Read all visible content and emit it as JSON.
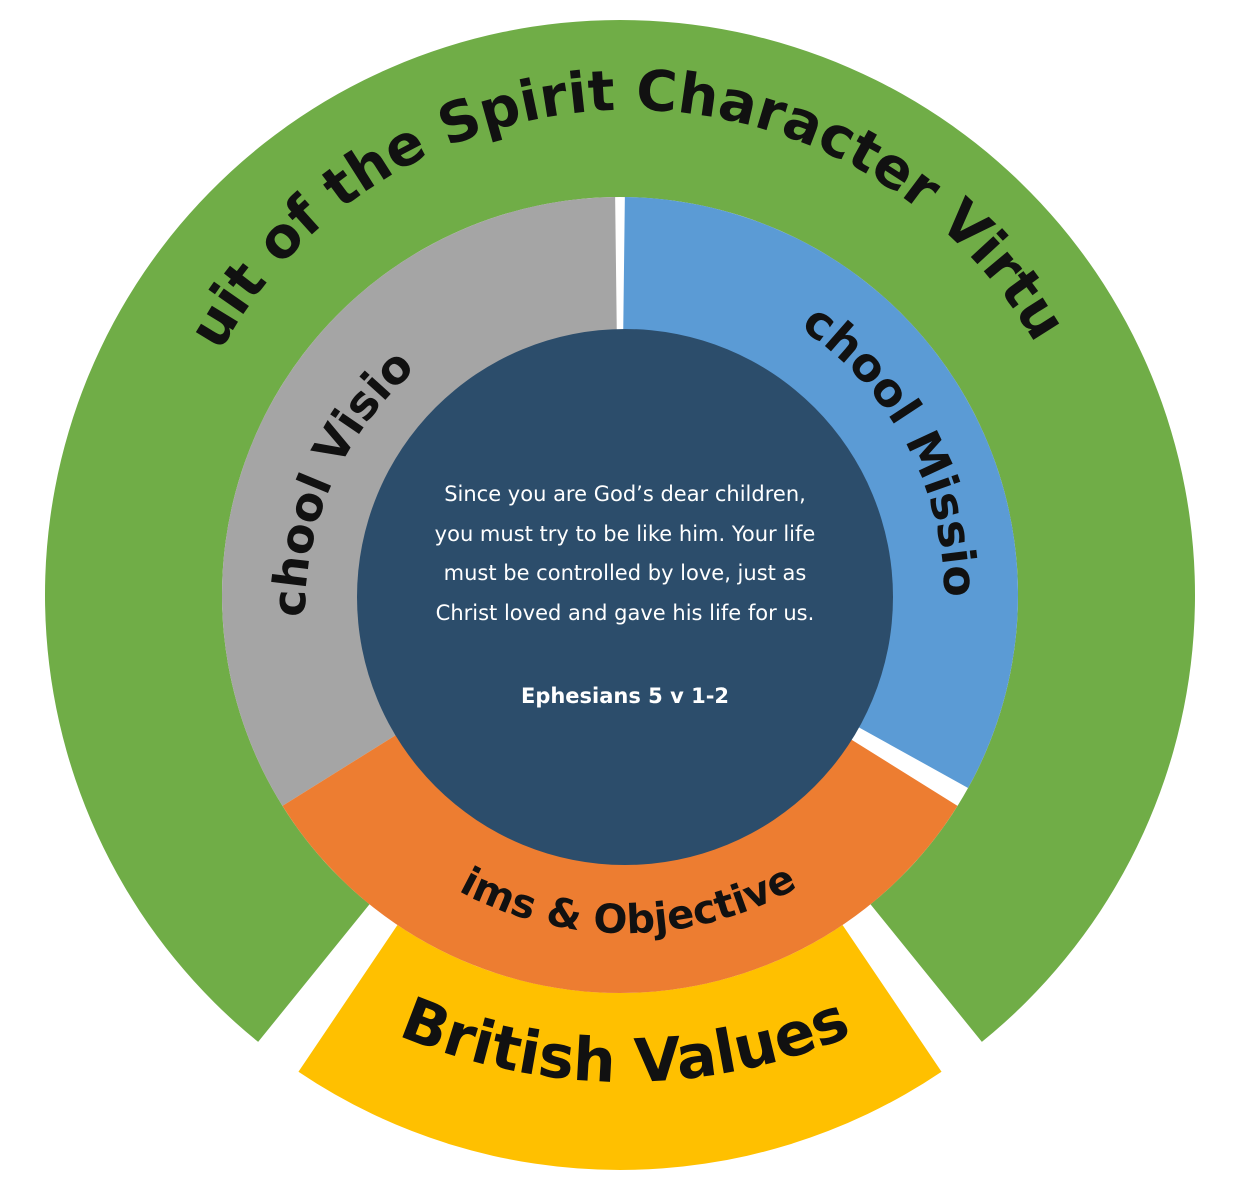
{
  "outer_ring": {
    "top_label": "Fruit of the Spirit Character Virtues",
    "bottom_label": "British Values"
  },
  "inner_ring": {
    "left_label": "School Vision",
    "right_label": "School Mission",
    "bottom_label": "Aims & Objectives"
  },
  "center": {
    "verse": "Since you are God’s dear children, you must try to be like him. Your life must be controlled by love, just as Christ loved and gave his life for us.",
    "reference": "Ephesians 5 v 1-2"
  },
  "colors": {
    "outer_green": "#70AD47",
    "outer_yellow": "#FFC000",
    "vision_grey": "#A5A5A5",
    "mission_blue": "#5B9BD5",
    "aims_orange": "#ED7D31",
    "center_navy": "#2C4D6B",
    "label_text": "#111111",
    "center_text": "#FFFFFF"
  }
}
